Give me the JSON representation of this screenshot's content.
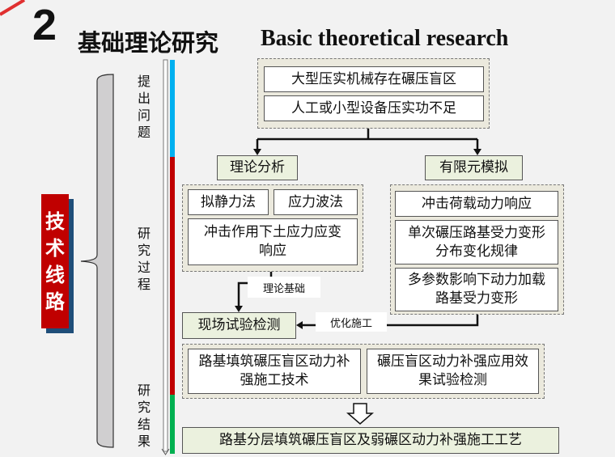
{
  "header": {
    "number": "2",
    "title_cn": "基础理论研究",
    "title_en": "Basic theoretical research"
  },
  "side": {
    "main_label": "技术线路",
    "stages": [
      "提出问题",
      "研究过程",
      "研究结果"
    ]
  },
  "problems": [
    "大型压实机械存在碾压盲区",
    "人工或小型设备压实功不足"
  ],
  "analysis": {
    "title": "理论分析",
    "methods": [
      "拟静力法",
      "应力波法"
    ],
    "result": "冲击作用下土应力应变响应"
  },
  "simulation": {
    "title": "有限元模拟",
    "items": [
      "冲击荷载动力响应",
      "单次碾压路基受力变形分布变化规律",
      "多参数影响下动力加载路基受力变形"
    ]
  },
  "arrows": {
    "theory_basis": "理论基础",
    "optimize": "优化施工"
  },
  "field_test": "现场试验检测",
  "outputs": [
    "路基填筑碾压盲区动力补强施工技术",
    "碾压盲区动力补强应用效果试验检测"
  ],
  "final": "路基分层填筑碾压盲区及弱碾区动力补强施工工艺",
  "colors": {
    "stage1": "#00b0f0",
    "stage2": "#c00000",
    "stage3": "#00b050",
    "box_green": "#ebf1de"
  }
}
